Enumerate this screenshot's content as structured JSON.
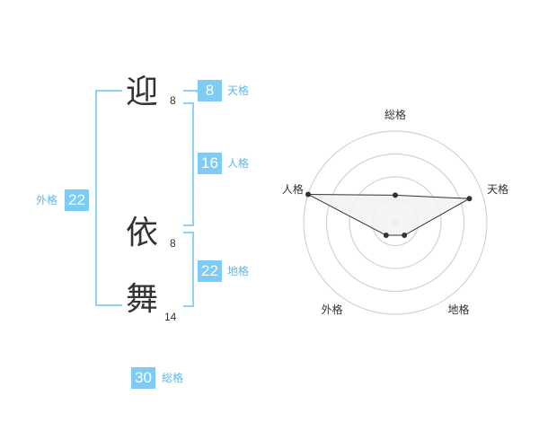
{
  "name_chars": [
    {
      "char": "迎",
      "strokes": "8"
    },
    {
      "char": "依",
      "strokes": "8"
    },
    {
      "char": "舞",
      "strokes": "14"
    }
  ],
  "fortunes": {
    "tenkaku": {
      "value": "8",
      "label": "天格"
    },
    "jinkaku": {
      "value": "16",
      "label": "人格"
    },
    "chikaku": {
      "value": "22",
      "label": "地格"
    },
    "gaikaku": {
      "value": "22",
      "label": "外格"
    },
    "soukaku": {
      "value": "30",
      "label": "総格"
    }
  },
  "chart_data": {
    "type": "radar",
    "axes": [
      "総格",
      "天格",
      "地格",
      "外格",
      "人格"
    ],
    "values": [
      0.3,
      0.85,
      0.17,
      0.17,
      1.0
    ],
    "rings": 4,
    "colors": {
      "fill": "#f2f2f2",
      "line": "#333333",
      "grid": "#cccccc"
    }
  }
}
